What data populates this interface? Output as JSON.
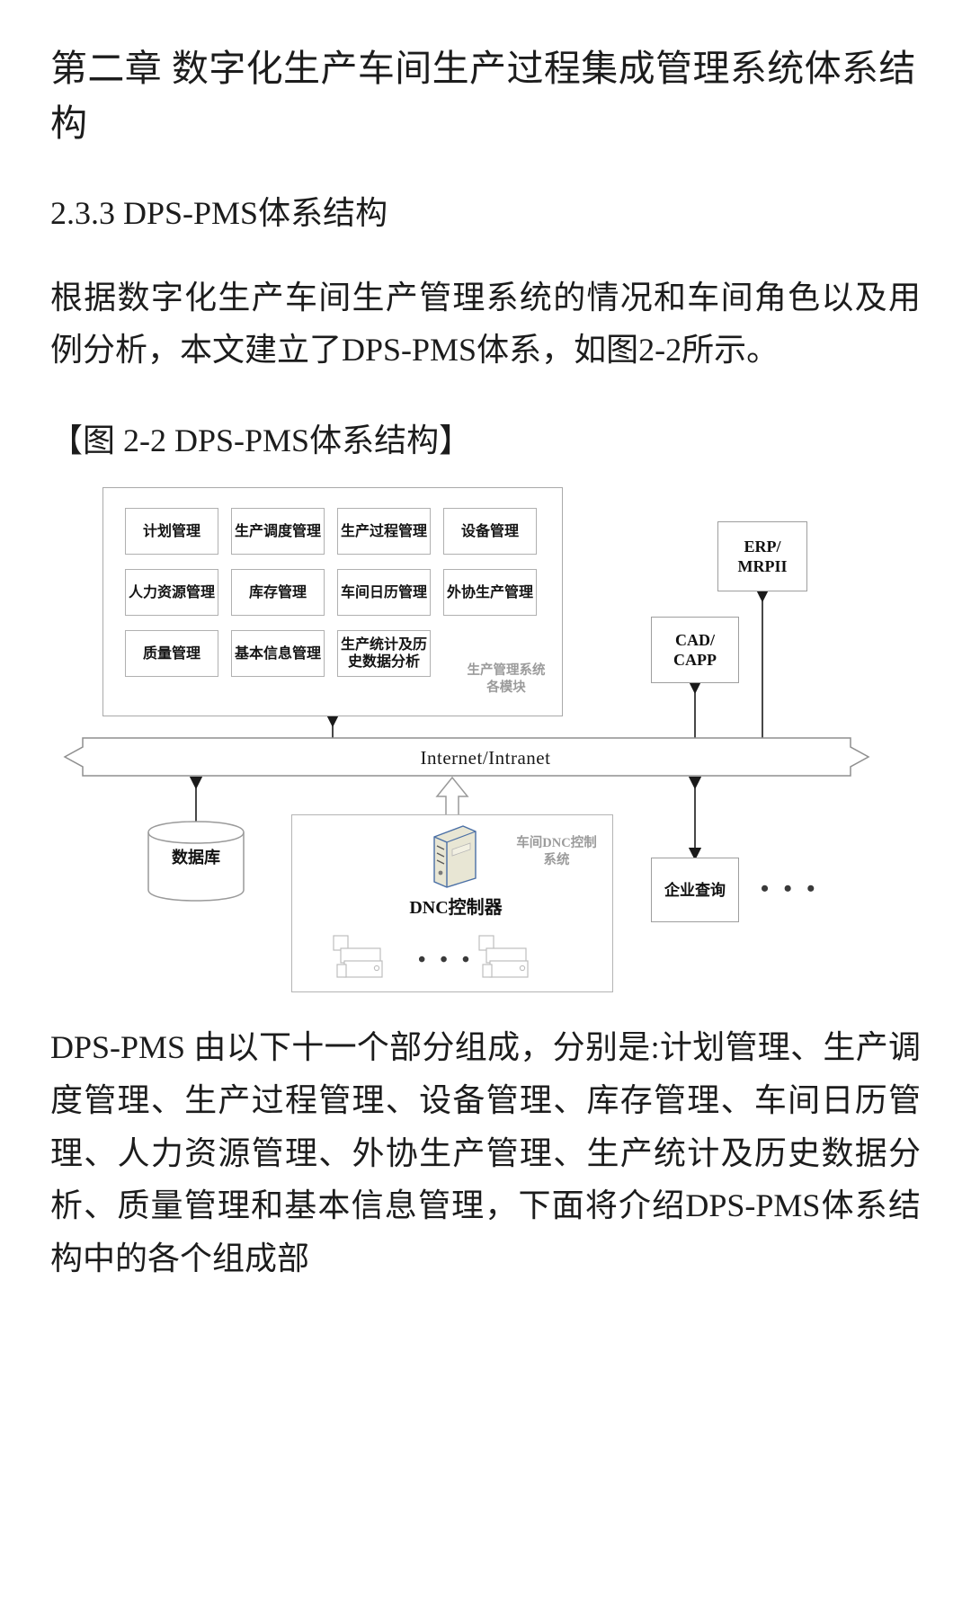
{
  "document": {
    "chapter_title": "第二章 数字化生产车间生产过程集成管理系统体系结构",
    "section_heading": "2.3.3 DPS-PMS体系结构",
    "intro_paragraph": "根据数字化生产车间生产管理系统的情况和车间角色以及用例分析，本文建立了DPS-PMS体系，如图2-2所示。",
    "figure_caption": "【图 2-2 DPS-PMS体系结构】",
    "tail_paragraph": "DPS-PMS 由以下十一个部分组成，分别是:计划管理、生产调度管理、生产过程管理、设备管理、库存管理、车间日历管理、人力资源管理、外协生产管理、生产统计及历史数据分析、质量管理和基本信息管理，下面将介绍DPS-PMS体系结构中的各个组成部"
  },
  "figure": {
    "modules": [
      {
        "label": "计划管理"
      },
      {
        "label": "生产调度管理"
      },
      {
        "label": "生产过程管理"
      },
      {
        "label": "设备管理"
      },
      {
        "label": "人力资源管理"
      },
      {
        "label": "库存管理"
      },
      {
        "label": "车间日历管理"
      },
      {
        "label": "外协生产管理"
      },
      {
        "label": "质量管理"
      },
      {
        "label": "基本信息管理"
      },
      {
        "label": "生产统计及历史数据分析"
      }
    ],
    "modules_container_label": "生产管理系统各模块",
    "external_systems": {
      "erp": "ERP/ MRPII",
      "cad": "CAD/ CAPP",
      "enterprise_query": "企业查询"
    },
    "bus_label": "Internet/Intranet",
    "database_label": "数据库",
    "dnc": {
      "panel_label": "车间DNC控制系统",
      "controller_label": "DNC控制器",
      "machines_ellipsis": "• • •"
    },
    "query_ellipsis": "• • •",
    "colors": {
      "box_border": "#b0b0b0",
      "container_border": "#a9a9a9",
      "text": "#141414",
      "muted_label": "#9b9b9b",
      "arrow": "#1a1a1a"
    }
  }
}
